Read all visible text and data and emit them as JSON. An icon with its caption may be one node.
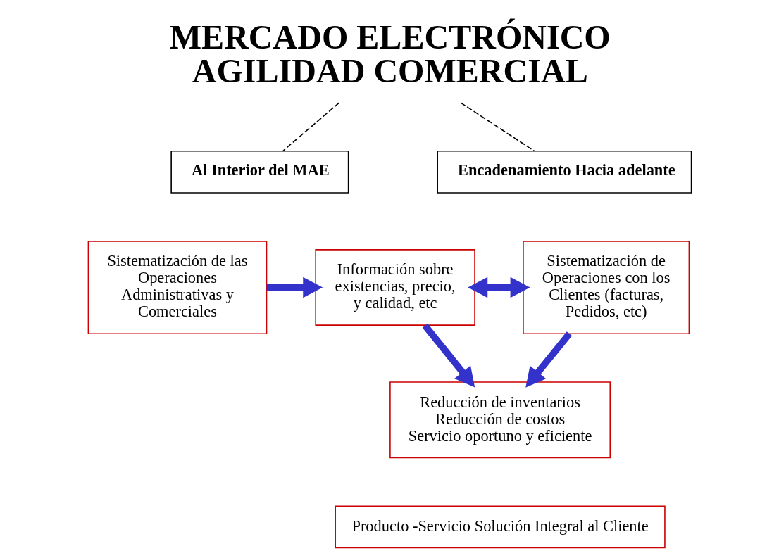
{
  "diagram": {
    "nodes": [
      {
        "text": [
          "MERCADO ELECTRÓNICO AGILIDAD COMERCIAL"
        ]
      },
      {
        "text": [
          "Al Interior del MAE"
        ]
      },
      {
        "text": [
          "Encadenamiento Hacia adelante"
        ]
      },
      {
        "text": [
          "Sistematización de las Operaciones Administrativas y Comerciales"
        ]
      },
      {
        "text": [
          "Información sobre existencias, precio, y calidad, etc"
        ]
      },
      {
        "text": [
          "Sistematización de Operaciones con los Clientes (facturas, Pedidos, etc)"
        ]
      },
      {
        "text": [
          "Reducción de inventarios",
          "Reducción de costos",
          "Servicio oportuno y eficiente"
        ]
      },
      {
        "text": [
          "Producto -Servicio Solución Integral al Cliente"
        ]
      }
    ],
    "edges": [
      {
        "from": 0,
        "to": 1,
        "arrow": "none",
        "style": "dashed",
        "color": "#000000"
      },
      {
        "from": 0,
        "to": 2,
        "arrow": "none",
        "style": "dashed",
        "color": "#000000"
      },
      {
        "from": 3,
        "to": 4,
        "arrow": "to"
      },
      {
        "from": 4,
        "to": 5,
        "arrow": "both"
      },
      {
        "from": 4,
        "to": 6,
        "arrow": "to"
      },
      {
        "from": 5,
        "to": 6,
        "arrow": "to"
      }
    ]
  }
}
